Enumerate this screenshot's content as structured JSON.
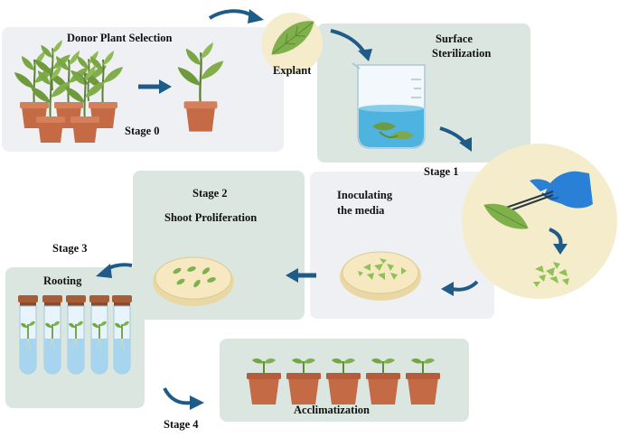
{
  "stages": {
    "donor_title": "Donor Plant Selection",
    "stage0": "Stage 0",
    "explant": "Explant",
    "surface_line1": "Surface",
    "surface_line2": "Sterilization",
    "stage1": "Stage 1",
    "inoculating_line1": "Inoculating",
    "inoculating_line2": "the media",
    "stage2": "Stage 2",
    "shoot": "Shoot Proliferation",
    "stage3": "Stage 3",
    "rooting": "Rooting",
    "stage4": "Stage 4",
    "acclimatization": "Acclimatization"
  },
  "colors": {
    "panel_gray": "#eef0f4",
    "panel_green": "#dbe6e1",
    "panel_yellow": "#f4ecca",
    "arrow_blue": "#1f5b88",
    "leaf_green": "#7fb04c",
    "pot_brown": "#c46a45",
    "glove_blue": "#2a7fd6",
    "water_blue": "#7cc4e6",
    "petri_cream": "#f3e4b4",
    "tube_cap": "#a65d37",
    "tube_blue": "#b6dcf2"
  },
  "icons": [
    "plant-pot-icon",
    "leaf-icon",
    "beaker-icon",
    "gloved-hand-icon",
    "forceps-icon",
    "petri-dish-icon",
    "test-tube-icon",
    "seedling-pot-icon",
    "arrow-icon"
  ]
}
